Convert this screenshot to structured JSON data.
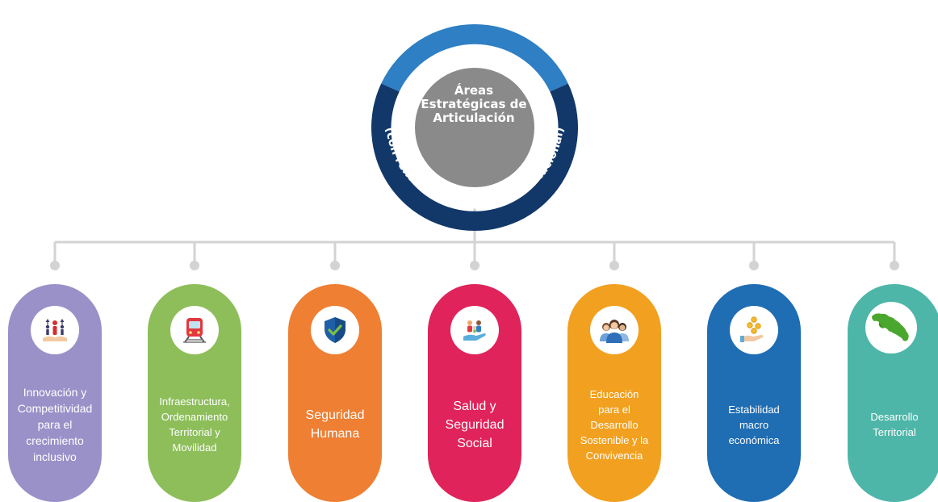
{
  "center": {
    "title_lines": [
      "Áreas",
      "Estratégicas de",
      "Articulación"
    ],
    "subtitle": "(con rendición de cuentas institucional)"
  },
  "colors": {
    "ring_top": "#2E7FC4",
    "ring_bottom": "#12386A",
    "core": "#8A8A8A",
    "connector": "#D3D3D3"
  },
  "areas": [
    {
      "lines": [
        "Innovación y",
        "Competitividad",
        "para el",
        "crecimiento",
        "inclusivo"
      ],
      "color": "#9A91C9",
      "icon": "growth-people-icon"
    },
    {
      "lines": [
        "Infraestructura,",
        "Ordenamiento",
        "Territorial y",
        "Movilidad"
      ],
      "color": "#8DBE5A",
      "icon": "train-icon"
    },
    {
      "lines": [
        "Seguridad",
        "Humana"
      ],
      "color": "#EE7F33",
      "icon": "shield-check-icon"
    },
    {
      "lines": [
        "Salud y",
        "Seguridad",
        "Social"
      ],
      "color": "#E0235A",
      "icon": "family-hand-icon"
    },
    {
      "lines": [
        "Educación",
        "para el",
        "Desarrollo",
        "Sostenible y la",
        "Convivencia"
      ],
      "color": "#F2A01F",
      "icon": "students-icon"
    },
    {
      "lines": [
        "Estabilidad",
        "macro",
        "económica"
      ],
      "color": "#1F6DB3",
      "icon": "coins-hand-icon"
    },
    {
      "lines": [
        "Desarrollo",
        "Territorial"
      ],
      "color": "#4DB6A9",
      "icon": "costa-rica-map-icon"
    }
  ]
}
